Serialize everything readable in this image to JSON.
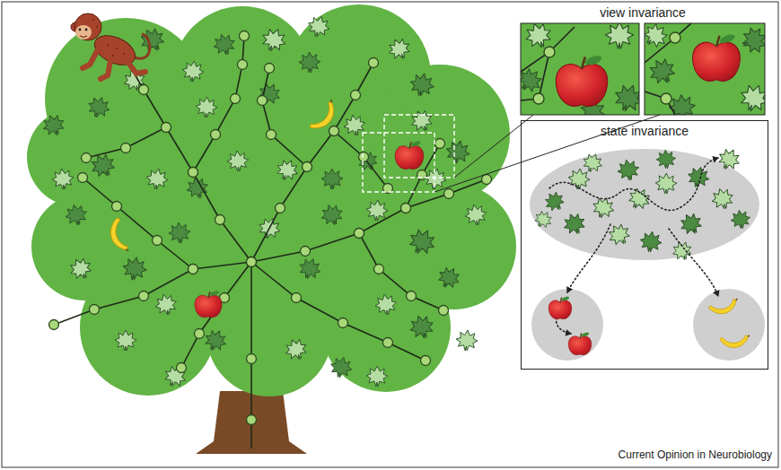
{
  "diagram": {
    "nodes": [
      {
        "text": [
          "state invariance"
        ]
      }
    ],
    "labels": [
      "view invariance",
      "Current Opinion in Neurobiology"
    ]
  }
}
